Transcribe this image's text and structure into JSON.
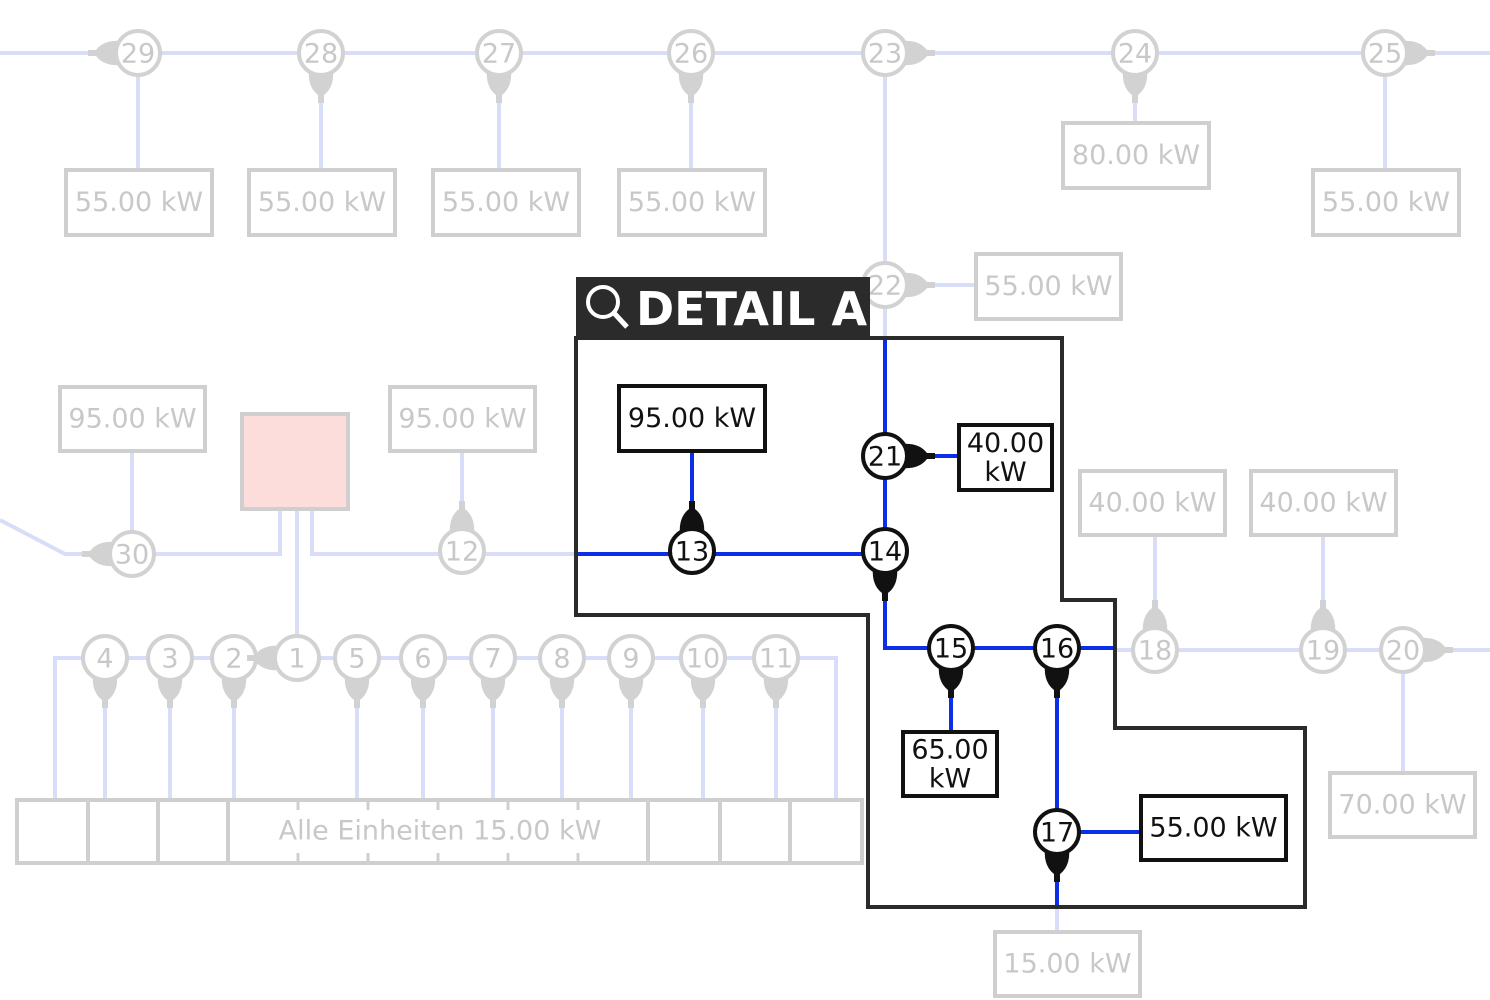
{
  "detail": {
    "title": "DETAIL A",
    "icon": "magnifier-icon"
  },
  "colors": {
    "active_line": "#0a2fe6",
    "faded_line": "#d8def8",
    "faded_gray": "#cfcfcf",
    "active_black": "#111111",
    "header_bg": "#2b2b2b",
    "source_fill": "#fddcdc"
  },
  "nodes": {
    "n29": "29",
    "n28": "28",
    "n27": "27",
    "n26": "26",
    "n23": "23",
    "n24": "24",
    "n25": "25",
    "n22": "22",
    "n30": "30",
    "n12": "12",
    "n18": "18",
    "n19": "19",
    "n20": "20",
    "n4": "4",
    "n3": "3",
    "n2": "2",
    "n1": "1",
    "n5": "5",
    "n6": "6",
    "n7": "7",
    "n8": "8",
    "n9": "9",
    "n10": "10",
    "n11": "11",
    "n13": "13",
    "n14": "14",
    "n21": "21",
    "n15": "15",
    "n16": "16",
    "n17": "17"
  },
  "loads": {
    "l29": "55.00 kW",
    "l28": "55.00 kW",
    "l27": "55.00 kW",
    "l26": "55.00 kW",
    "l24": "80.00 kW",
    "l25": "55.00 kW",
    "l22": "55.00 kW",
    "l30": "95.00 kW",
    "l12": "95.00 kW",
    "l18": "40.00 kW",
    "l19": "40.00 kW",
    "l20": "70.00 kW",
    "l17b": "15.00 kW",
    "l13": "95.00 kW",
    "l21a": "40.00",
    "l21b": "kW",
    "l15a": "65.00",
    "l15b": "kW",
    "l17": "55.00 kW"
  },
  "bus_bar": {
    "label": "Alle Einheiten 15.00 kW"
  }
}
